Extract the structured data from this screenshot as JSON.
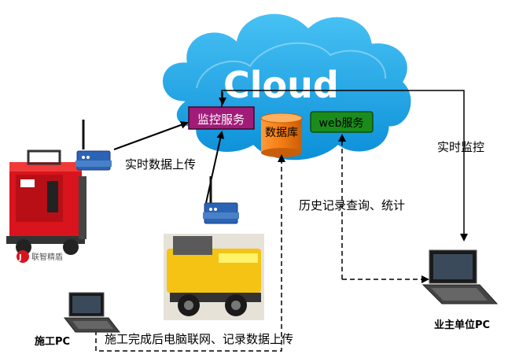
{
  "cloud": {
    "title": "Cloud",
    "color": "#1ea6e8"
  },
  "services": {
    "monitor": {
      "label": "监控服务",
      "fill": "#a01c78"
    },
    "database": {
      "label": "数据库",
      "fill": "#f58220"
    },
    "web": {
      "label": "web服务",
      "fill": "#1b8c1b"
    }
  },
  "labels": {
    "realtime_upload": "实时数据上传",
    "realtime_monitor": "实时监控",
    "history_query": "历史记录查询、统计",
    "site_pc": "施工PC",
    "after_upload": "施工完成后电脑联网、记录数据上传",
    "owner_pc": "业主单位PC",
    "brand_logo": "联智精盾"
  }
}
